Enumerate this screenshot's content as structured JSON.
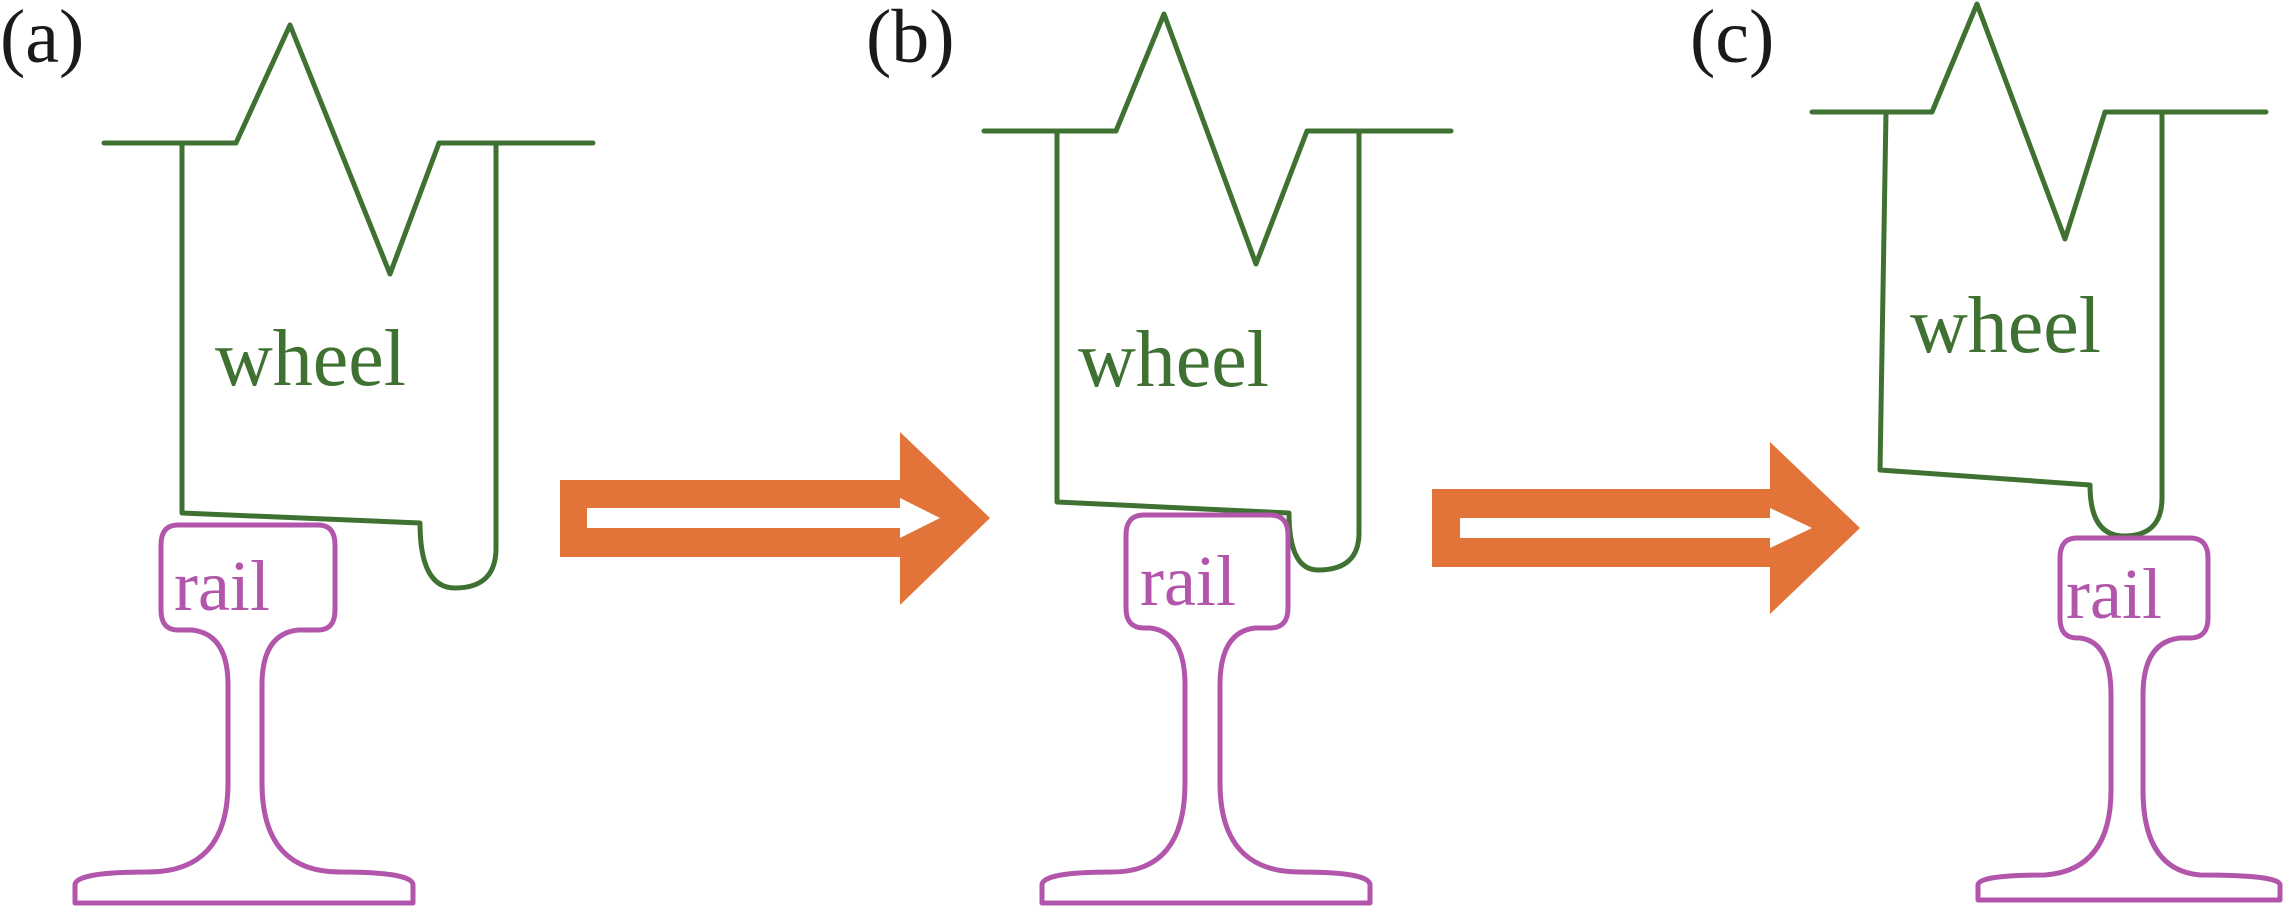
{
  "colors": {
    "wheel": "#3f7232",
    "rail": "#b156aa",
    "arrow": "#e2743a",
    "label": "#1a1a1a"
  },
  "panels": [
    {
      "label": "(a)",
      "wheel_text": "wheel",
      "rail_text": "rail"
    },
    {
      "label": "(b)",
      "wheel_text": "wheel",
      "rail_text": "rail"
    },
    {
      "label": "(c)",
      "wheel_text": "wheel",
      "rail_text": "rail"
    }
  ]
}
